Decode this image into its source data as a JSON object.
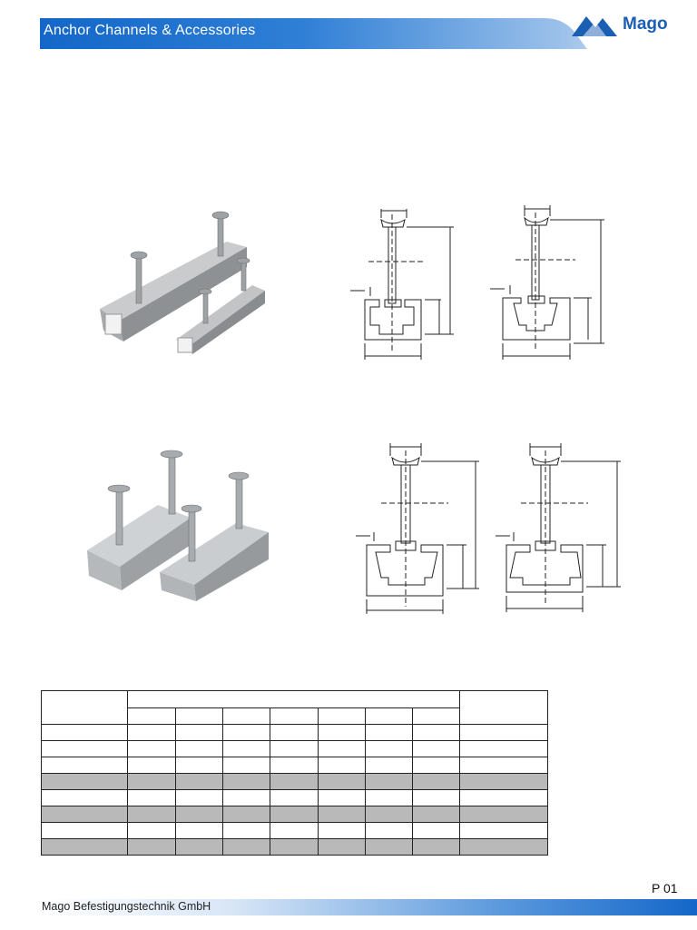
{
  "header": {
    "title": "Anchor Channels & Accessories",
    "brand": "Mago",
    "accent": "#1467c9"
  },
  "figures": [
    {
      "icon": "anchor-channel-long-photo"
    },
    {
      "icon": "channel-section-drawing-a"
    },
    {
      "icon": "channel-section-drawing-b"
    },
    {
      "icon": "anchor-channel-short-photo"
    },
    {
      "icon": "channel-section-drawing-c"
    },
    {
      "icon": "channel-section-drawing-d"
    }
  ],
  "table": {
    "shaded_rows": [
      3,
      5,
      7
    ],
    "row_fill": "#b9b9b9"
  },
  "footer": {
    "page": "P 01",
    "company": "Mago Befestigungstechnik GmbH"
  }
}
